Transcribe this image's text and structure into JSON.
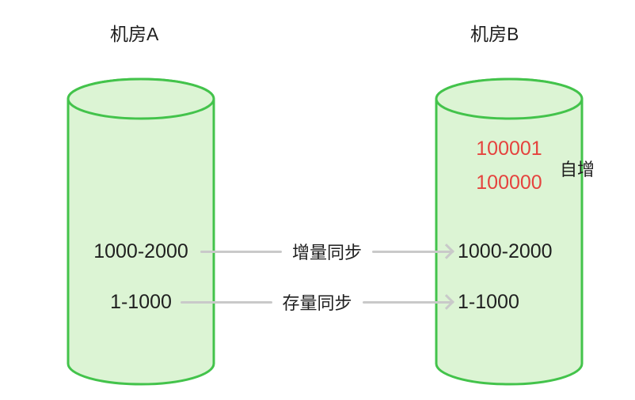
{
  "diagram": {
    "title_left": "机房A",
    "title_right": "机房B",
    "left_cylinder": {
      "rows": [
        "1000-2000",
        "1-1000"
      ]
    },
    "right_cylinder": {
      "rows": [
        "1000-2000",
        "1-1000"
      ],
      "auto_increment_values": [
        "100001",
        "100000"
      ],
      "auto_increment_label": "自增"
    },
    "arrows": [
      {
        "label": "增量同步"
      },
      {
        "label": "存量同步"
      }
    ],
    "colors": {
      "cylinder_stroke": "#43c34b",
      "cylinder_fill": "#dcf4d4",
      "arrow": "#c9c9c9",
      "highlight_text": "#e5433e",
      "text": "#1f1f1f"
    }
  }
}
